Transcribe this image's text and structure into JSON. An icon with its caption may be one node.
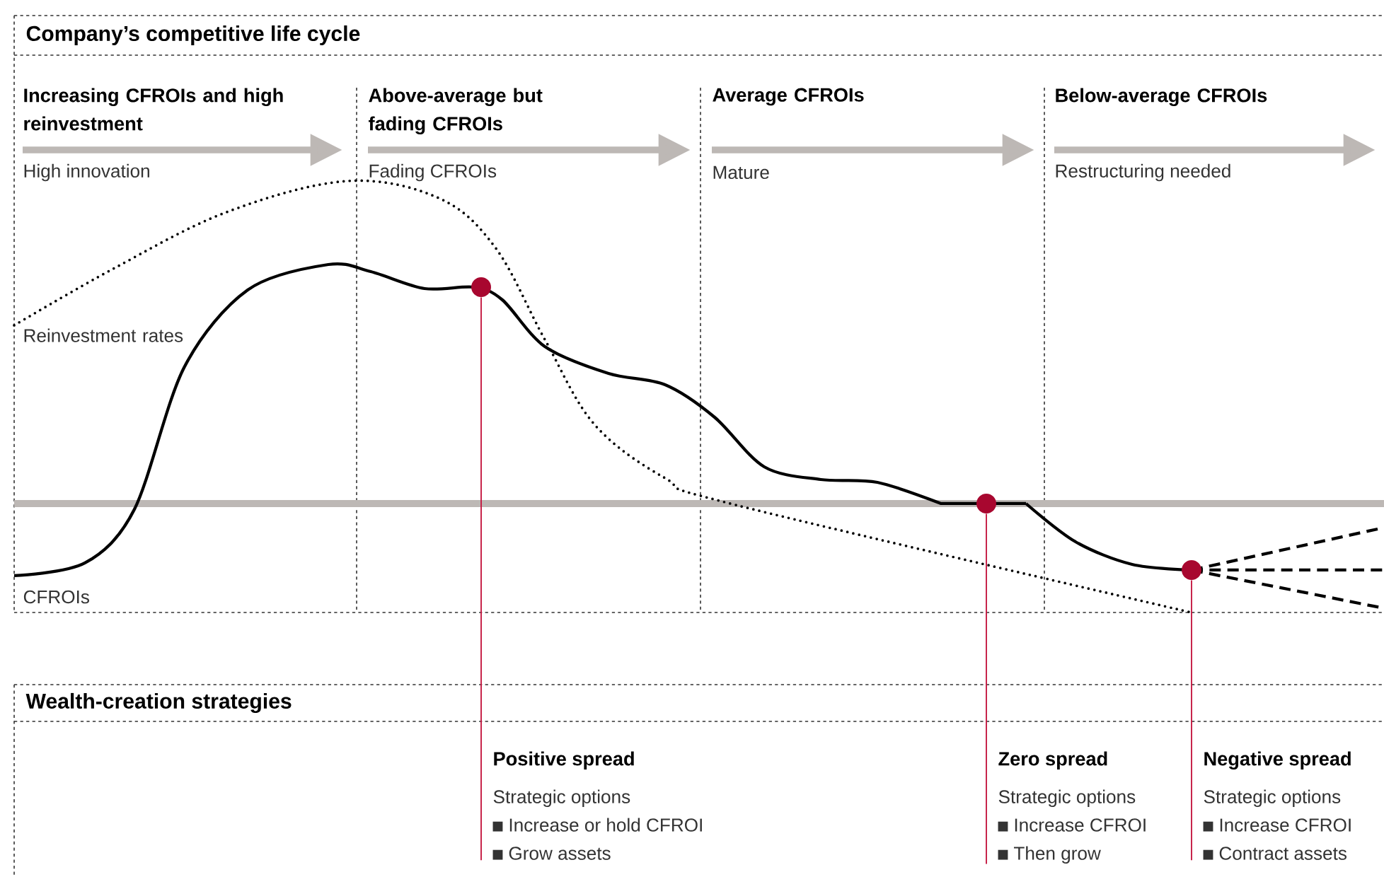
{
  "diagram": {
    "nodes": [
      {
        "text": [],
        "shape": "circle"
      },
      {
        "text": [],
        "shape": "circle"
      },
      {
        "text": [],
        "shape": "circle"
      },
      {
        "text": [
          "Positive spread",
          "Strategic options",
          "Increase or hold CFROI",
          "Grow assets"
        ]
      },
      {
        "text": [
          "Zero spread",
          "Strategic options",
          "Increase CFROI",
          "Then grow"
        ]
      },
      {
        "text": [
          "Negative spread",
          "Strategic options",
          "Increase CFROI",
          "Contract assets"
        ]
      }
    ],
    "edges": [
      {
        "from": 3,
        "to": 0,
        "arrow": "none",
        "color": "#c4163f"
      },
      {
        "from": 4,
        "to": 1,
        "arrow": "none",
        "color": "#c4163f"
      },
      {
        "from": 5,
        "to": 2,
        "arrow": "none",
        "color": "#c4163f"
      }
    ],
    "labels": [
      "Company’s competitive life cycle",
      "Increasing CFROIs and high reinvestment",
      "Above-average but fading CFROIs",
      "Average CFROIs",
      "Below-average CFROIs",
      "High innovation",
      "Fading CFROIs",
      "Mature",
      "Restructuring needed",
      "Reinvestment rates",
      "CFROIs",
      "Wealth-creation strategies"
    ]
  }
}
